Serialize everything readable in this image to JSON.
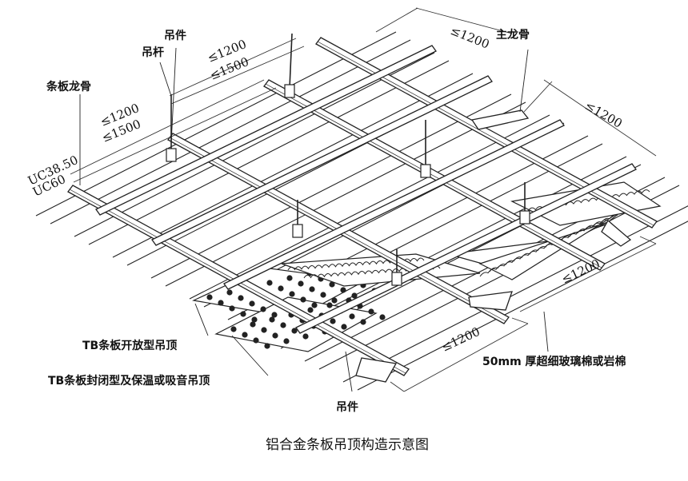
{
  "labels": {
    "hanger_top": "吊件",
    "hanger_bottom": "吊件",
    "rod": "吊杆",
    "slat_keel": "条板龙骨",
    "main_keel": "主龙骨",
    "uc38": "UC38.50",
    "uc60": "UC60",
    "open_type": "TB条板开放型吊顶",
    "closed_type": "TB条板封闭型及保温或吸音吊顶",
    "insulation": "50mm 厚超细玻璃棉或岩棉"
  },
  "dims": {
    "top_1200": "≤1200",
    "top_1500": "≤1500",
    "left_1200": "≤1200",
    "left_1500": "≤1500",
    "top_right_1200": "≤1200",
    "right_1200": "≤1200",
    "mid_right_1200": "≤1200",
    "bottom_1200": "≤1200"
  },
  "caption": "铝合金条板吊顶构造示意图"
}
